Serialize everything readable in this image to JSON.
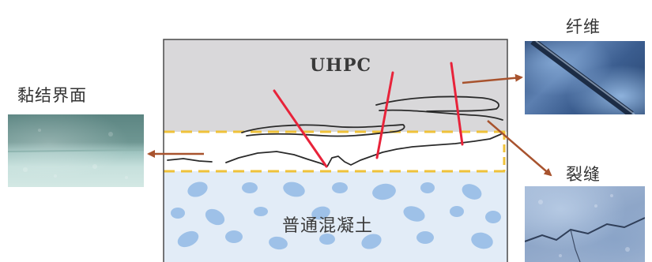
{
  "diagram": {
    "uhpc_label": "UHPC",
    "concrete_label": "普通混凝土",
    "interface_label": "黏结界面",
    "fiber_label": "纤维",
    "crack_label": "裂缝"
  },
  "colors": {
    "uhpc_fill": "#d9d8da",
    "concrete_fill": "#e2ecf7",
    "aggregate_fill": "#9ec1e8",
    "interface_dash": "#efc23a",
    "fiber_red": "#e8233a",
    "arrow_brown": "#a8532e",
    "crack_line": "#2a2a2a"
  }
}
